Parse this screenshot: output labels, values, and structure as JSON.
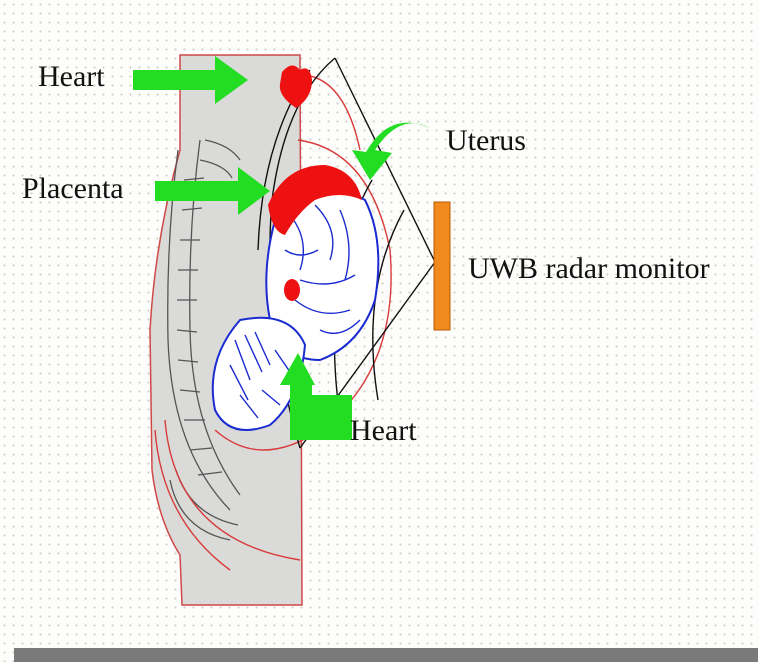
{
  "labels": {
    "heart_top": "Heart",
    "placenta": "Placenta",
    "uterus": "Uterus",
    "radar_monitor": "UWB radar monitor",
    "heart_bottom": "Heart"
  },
  "colors": {
    "background": "#fdfdfb",
    "body_fill": "#d9d9d9",
    "body_outline": "#e04040",
    "arrow": "#22dd22",
    "heart_red": "#ee1111",
    "fetus_blue": "#1122cc",
    "radar_orange": "#f08a1c",
    "bottom_bar": "#7a7a7a"
  },
  "icons": {
    "arrows": "green-arrow",
    "monitor": "orange-bar"
  }
}
